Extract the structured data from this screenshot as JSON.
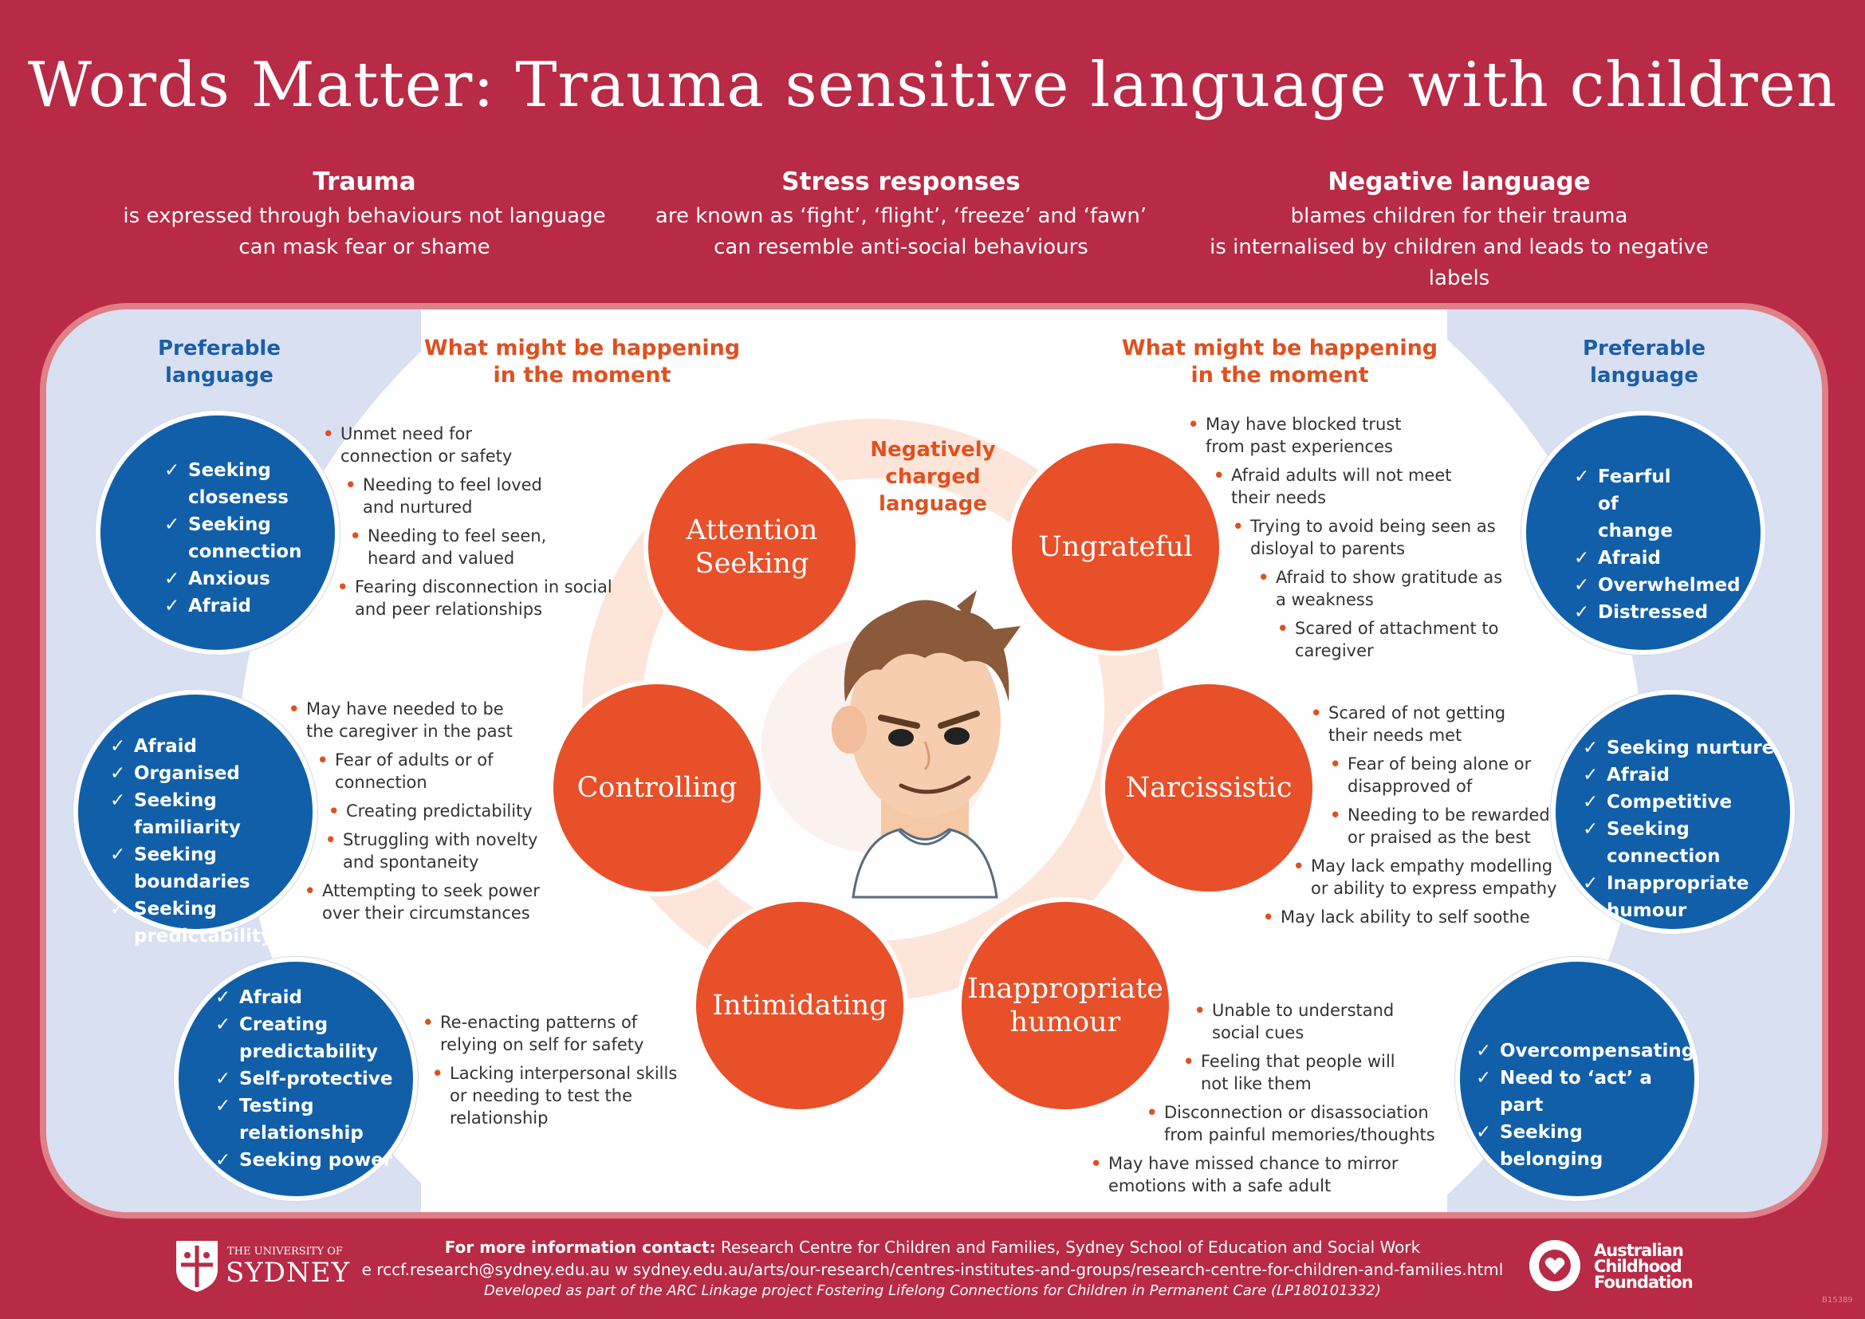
{
  "title": "Words Matter: Trauma sensitive language with children",
  "intro": [
    {
      "heading": "Trauma",
      "lines": [
        "is expressed through behaviours not language",
        "can mask fear or shame"
      ]
    },
    {
      "heading": "Stress responses",
      "lines": [
        "are known as ‘fight’, ‘flight’, ‘freeze’ and ‘fawn’",
        "can resemble anti-social behaviours"
      ]
    },
    {
      "heading": "Negative language",
      "lines": [
        "blames children for their trauma",
        "is internalised by children and leads to negative labels"
      ]
    }
  ],
  "labels": {
    "preferable_language": [
      "Preferable",
      "language"
    ],
    "what_might_be_happening": [
      "What might be happening",
      "in the moment"
    ],
    "negatively_charged": [
      "Negatively",
      "charged",
      "language"
    ]
  },
  "left": [
    {
      "preferable": [
        "Seeking closeness",
        "Seeking connection",
        "Anxious",
        "Afraid"
      ],
      "behaviour": [
        "Attention",
        "Seeking"
      ],
      "happening": [
        "Unmet need for connection or safety",
        "Needing to feel loved and nurtured",
        "Needing to feel seen, heard and valued",
        "Fearing disconnection in social and peer relationships"
      ]
    },
    {
      "preferable": [
        "Afraid",
        "Organised",
        "Seeking familiarity",
        "Seeking boundaries",
        "Seeking predictability"
      ],
      "behaviour": [
        "Controlling"
      ],
      "happening": [
        "May have needed to be the caregiver in the past",
        "Fear of adults or of connection",
        "Creating predictability",
        "Struggling with novelty and spontaneity",
        "Attempting to seek power over their circumstances"
      ]
    },
    {
      "preferable": [
        "Afraid",
        "Creating predictability",
        "Self-protective",
        "Testing relationship",
        "Seeking power"
      ],
      "behaviour": [
        "Intimidating"
      ],
      "happening": [
        "Re-enacting patterns of relying on self for safety",
        "Lacking interpersonal skills or needing to test the relationship"
      ]
    }
  ],
  "right": [
    {
      "preferable": [
        "Fearful of change",
        "Afraid",
        "Overwhelmed",
        "Distressed"
      ],
      "behaviour": [
        "Ungrateful"
      ],
      "happening": [
        "May have blocked trust from past experiences",
        "Afraid adults will not meet their needs",
        "Trying to avoid being seen as disloyal to parents",
        "Afraid to show gratitude as a weakness",
        "Scared of attachment to caregiver"
      ]
    },
    {
      "preferable": [
        "Seeking nurture",
        "Afraid",
        "Competitive",
        "Seeking connection",
        "Inappropriate humour"
      ],
      "behaviour": [
        "Narcissistic"
      ],
      "happening": [
        "Scared of not getting their needs met",
        "Fear of being alone or disapproved of",
        "Needing to be rewarded or praised as the best",
        "May lack empathy modelling or ability to express empathy",
        "May lack ability to self soothe"
      ]
    },
    {
      "preferable": [
        "Overcompensating",
        "Need to ‘act’ a part",
        "Seeking belonging"
      ],
      "behaviour": [
        "Inappropriate",
        "humour"
      ],
      "happening": [
        "Unable to understand social cues",
        "Feeling that people will not like them",
        "Disconnection or disassociation from painful memories/thoughts",
        "May have missed chance to mirror emotions with a safe adult"
      ]
    }
  ],
  "footer": {
    "contact_label": "For more information contact:",
    "contact_text": "Research Centre for Children and Families, Sydney School of Education and Social Work",
    "email_web": "e rccf.research@sydney.edu.au    w sydney.edu.au/arts/our-research/centres-institutes-and-groups/research-centre-for-children-and-families.html",
    "developed": "Developed as part of the ARC Linkage project Fostering Lifelong Connections for Children in Permanent Care (LP180101332)",
    "logo_left": [
      "THE UNIVERSITY OF",
      "SYDNEY"
    ],
    "logo_right": [
      "Australian",
      "Childhood",
      "Foundation"
    ],
    "code": "B15389"
  },
  "colors": {
    "background": "#B82A45",
    "orange": "#E8502A",
    "blue": "#115FA9",
    "panel_border": "#E07F87",
    "side": "#D9E0F1",
    "ring": "#FDE5DA"
  },
  "icons": {
    "check": "check-icon",
    "child": "child-face-illustration"
  }
}
